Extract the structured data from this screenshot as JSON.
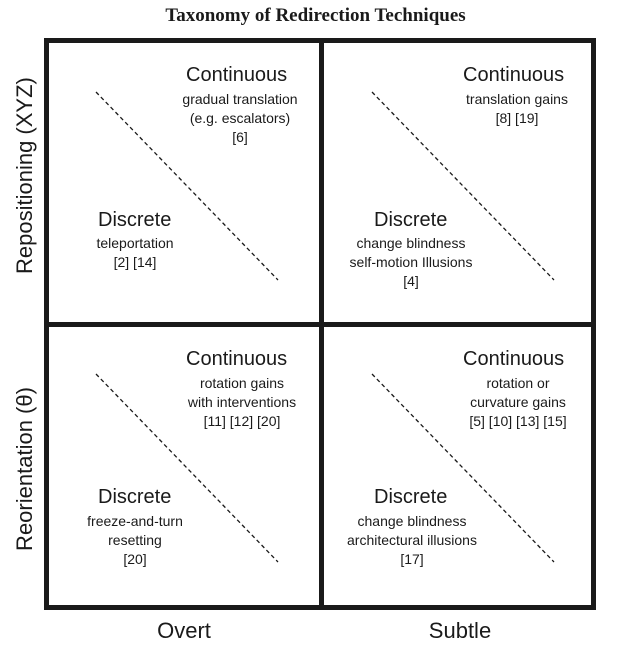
{
  "title": "Taxonomy of Redirection Techniques",
  "y_axis": [
    "Repositioning (XYZ)",
    "Reorientation (θ)"
  ],
  "x_axis": [
    "Overt",
    "Subtle"
  ],
  "cells": {
    "repositioning_overt": {
      "continuous": {
        "label": "Continuous",
        "detail": "gradual translation\n(e.g. escalators)\n[6]"
      },
      "discrete": {
        "label": "Discrete",
        "detail": "teleportation\n[2] [14]"
      }
    },
    "repositioning_subtle": {
      "continuous": {
        "label": "Continuous",
        "detail": "translation gains\n[8] [19]"
      },
      "discrete": {
        "label": "Discrete",
        "detail": "change blindness\nself-motion Illusions\n[4]"
      }
    },
    "reorientation_overt": {
      "continuous": {
        "label": "Continuous",
        "detail": "rotation gains\nwith interventions\n[11] [12] [20]"
      },
      "discrete": {
        "label": "Discrete",
        "detail": "freeze-and-turn\nresetting\n[20]"
      }
    },
    "reorientation_subtle": {
      "continuous": {
        "label": "Continuous",
        "detail": "rotation or\ncurvature gains\n[5] [10] [13] [15]"
      },
      "discrete": {
        "label": "Discrete",
        "detail": "change blindness\narchitectural illusions\n[17]"
      }
    }
  }
}
